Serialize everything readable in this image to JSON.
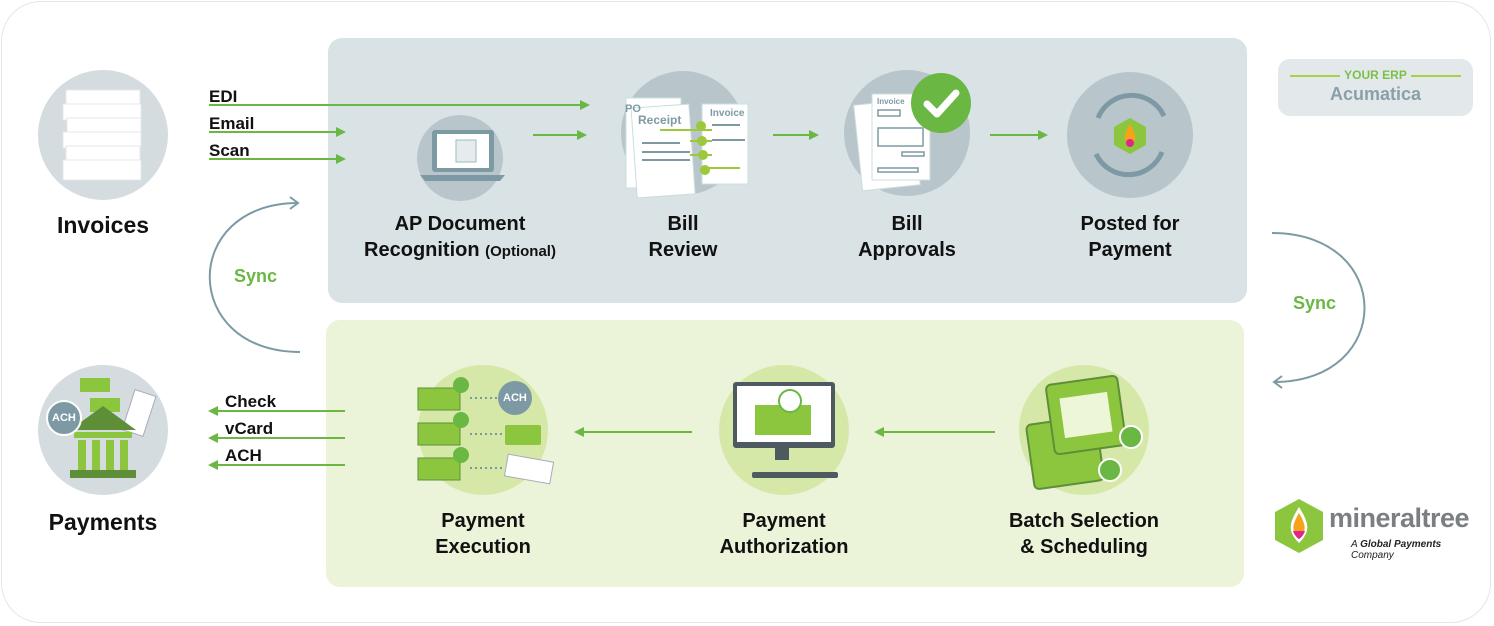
{
  "sources": {
    "title": "Invoices",
    "channels": [
      "EDI",
      "Email",
      "Scan"
    ]
  },
  "outputs": {
    "title": "Payments",
    "channels": [
      "Check",
      "vCard",
      "ACH"
    ],
    "badge": "ACH"
  },
  "erp_steps": [
    {
      "line1": "AP Document",
      "line2": "Recognition",
      "note": "(Optional)"
    },
    {
      "line1": "Bill",
      "line2": "Review"
    },
    {
      "line1": "Bill",
      "line2": "Approvals"
    },
    {
      "line1": "Posted for",
      "line2": "Payment"
    }
  ],
  "payment_steps": [
    {
      "line1": "Payment",
      "line2": "Execution"
    },
    {
      "line1": "Payment",
      "line2": "Authorization"
    },
    {
      "line1": "Batch Selection",
      "line2": "& Scheduling"
    }
  ],
  "doc_labels": {
    "po": "PO",
    "receipt": "Receipt",
    "invoice": "Invoice",
    "ach": "ACH"
  },
  "sync_label": "Sync",
  "erp_box": {
    "kicker": "YOUR ERP",
    "name": "Acumatica"
  },
  "brand": {
    "name": "mineraltree",
    "tagline_pre": "A",
    "tagline_bold": "Global Payments",
    "tagline_post": "Company"
  },
  "colors": {
    "green": "#6ab744",
    "slate": "#7d9aa4",
    "top_panel": "#d9e2e5",
    "bottom_panel": "#ebf3d9"
  }
}
